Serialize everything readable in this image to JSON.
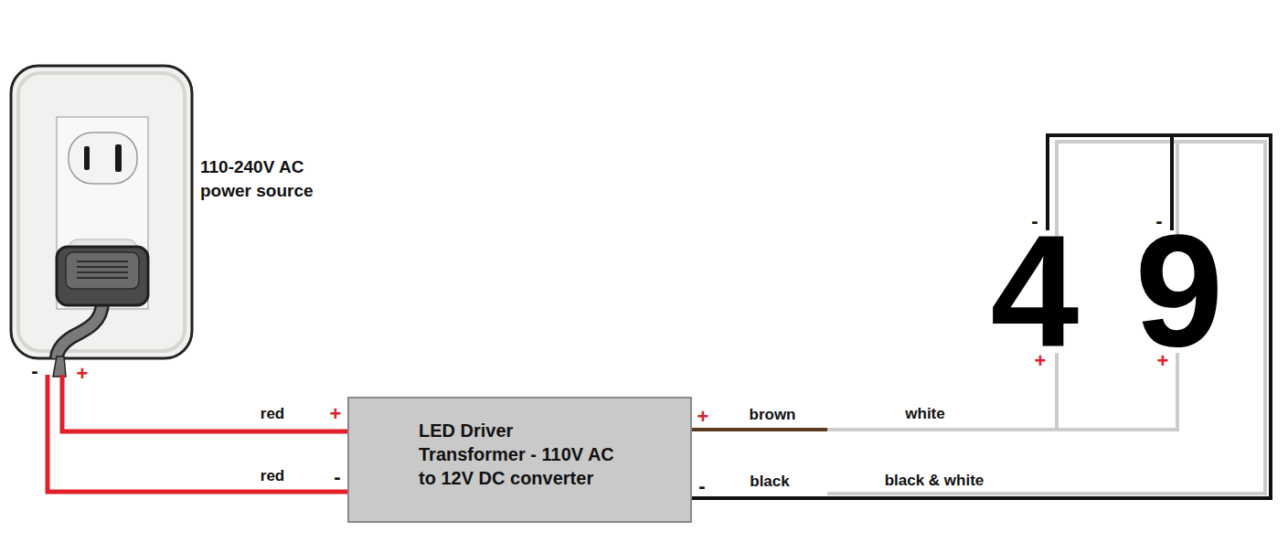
{
  "diagram": {
    "nodes": [
      {
        "text": [
          "110-240V AC power source"
        ]
      },
      {
        "text": [
          "LED Driver",
          "Transformer - 110V AC to 12V DC converter"
        ]
      }
    ],
    "edges": [
      {
        "from": 0,
        "to": 1,
        "label": "red",
        "arrow": "none"
      },
      {
        "from": 0,
        "to": 1,
        "label": "red",
        "arrow": "none"
      }
    ],
    "labels": [
      "-",
      "+",
      "+",
      "-",
      "+",
      "-",
      "brown",
      "white",
      "black",
      "black & white",
      "-",
      "-",
      "4",
      "9",
      "+",
      "+"
    ]
  }
}
